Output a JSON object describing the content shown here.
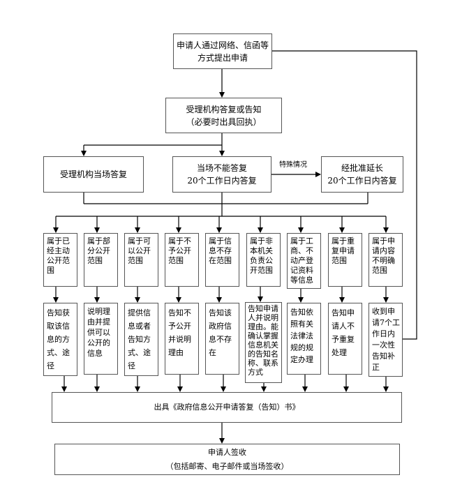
{
  "start": {
    "line1": "申请人通过网络、信函等",
    "line2": "方式提出申请"
  },
  "accept": {
    "line1": "受理机构答复或告知",
    "line2": "（必要时出具回执）"
  },
  "immediate": {
    "line1": "受理机构当场答复"
  },
  "delayed": {
    "line1": "当场不能答复",
    "line2": "20个工作日内答复"
  },
  "special_label": "特殊情况",
  "extended": {
    "line1": "经批准延长",
    "line2": "20个工作日内答复"
  },
  "categories": [
    "属于已经主动公开范围",
    "属于部分公开范围",
    "属于可以公开范围",
    "属于不予公开范围",
    "属于信息不存在范围",
    "属于非本机关负责公开范围",
    "属于工商、不动产登记资料等信息",
    "属于重复申请范围",
    "属于申请内容不明确范围"
  ],
  "responses": [
    "告知获取该信息的方式、途径",
    "说明理由并提供可以公开的信息",
    "提供信息或者告知方式、途径",
    "告知不予公开并说明理由",
    "告知该政府信息不存在",
    "告知申请人并说明理由。能确认掌握信息机关的告知名称、联系方式",
    "告知依照有关法律法规的规定办理",
    "告知申请人不予重复处理",
    "收到申请7个工作日内一次性告知补正"
  ],
  "issue": {
    "line1": "出具《政府信息公开申请答复（告知）书》"
  },
  "sign": {
    "line1": "申请人签收",
    "line2": "（包括邮寄、电子邮件或当场签收）"
  }
}
